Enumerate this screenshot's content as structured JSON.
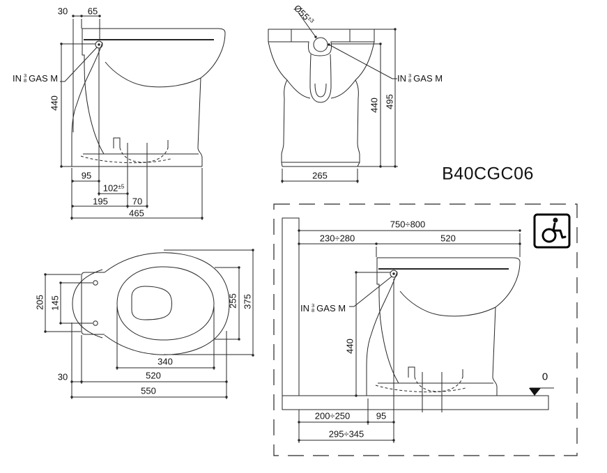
{
  "drawing": {
    "model": "B40CGC06",
    "colors": {
      "line": "#262626",
      "ink": "#111111",
      "background": "#ffffff"
    },
    "gas_label": {
      "prefix": "IN",
      "frac_num": "3",
      "frac_den": "8",
      "suffix": "GAS M"
    },
    "side_view": {
      "dim_30": "30",
      "dim_65": "65",
      "dim_440": "440",
      "dim_95": "95",
      "dim_102": "102",
      "dim_102_tol": "±5",
      "dim_195": "195",
      "dim_70": "70",
      "dim_465": "465"
    },
    "front_view": {
      "dim_diameter": "Ø55",
      "dim_diameter_tol": "±3",
      "dim_440": "440",
      "dim_495": "495",
      "dim_265": "265"
    },
    "top_view": {
      "dim_205": "205",
      "dim_145": "145",
      "dim_255": "255",
      "dim_375": "375",
      "dim_340": "340",
      "dim_30": "30",
      "dim_520": "520",
      "dim_550": "550"
    },
    "installation_view": {
      "dim_wall_range": "750÷800",
      "dim_back_range": "230÷280",
      "dim_520": "520",
      "dim_440": "440",
      "datum_level": "0",
      "dim_floor_range": "200÷250",
      "dim_95": "95",
      "dim_total_range": "295÷345"
    },
    "icons": {
      "wheelchair": "wheelchair-accessibility-symbol"
    }
  }
}
